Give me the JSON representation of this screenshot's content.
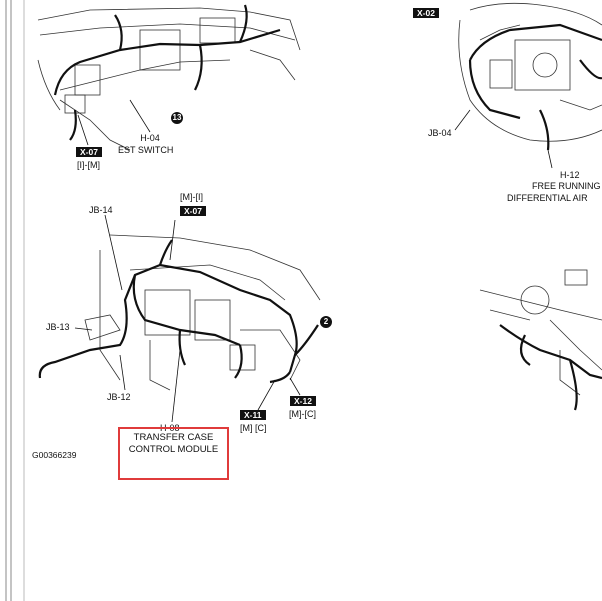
{
  "labels": {
    "h04_code": "H-04",
    "h04_name": "EST SWITCH",
    "x07_top": "X-07",
    "x07_top_bracket": "[I]-[M]",
    "callout_13": "13",
    "x02": "X-02",
    "jb04": "JB-04",
    "h12_code": "H-12",
    "h12_name_1": "FREE RUNNING",
    "h12_name_2": "DIFFERENTIAL AIR",
    "jb14": "JB-14",
    "mid_bracket": "[M]-[I]",
    "x07_mid": "X-07",
    "jb13": "JB-13",
    "jb12": "JB-12",
    "h08": "H-08",
    "module_line1": "TRANSFER CASE",
    "module_line2": "CONTROL MODULE",
    "x11": "X-11",
    "x11_bracket": "[M] [C]",
    "x12": "X-12",
    "x12_bracket": "[M]-[C]",
    "callout_2": "2",
    "figure_id": "G00366239"
  },
  "colors": {
    "highlight": "#e03b3b",
    "ink": "#111111"
  }
}
